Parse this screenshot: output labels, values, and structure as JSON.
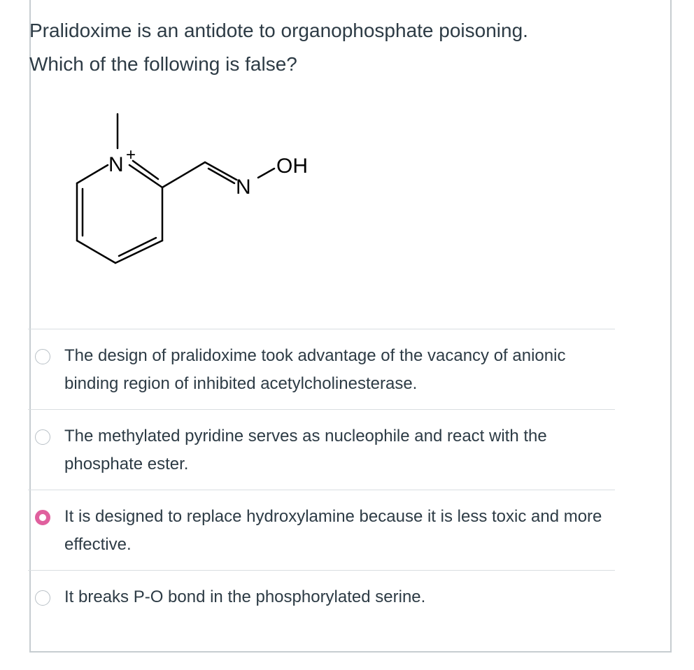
{
  "question": {
    "line1": "Pralidoxime is an antidote to organophosphate poisoning.",
    "line2": "Which of the following is false?"
  },
  "structure": {
    "atom_n_plus": "N",
    "charge": "+",
    "atom_n": "N",
    "atom_oh": "OH"
  },
  "answers": [
    {
      "text": "The design of pralidoxime took advantage of the vacancy of anionic binding region of inhibited acetylcholinesterase.",
      "selected": false
    },
    {
      "text": "The methylated pyridine serves as nucleophile and react with the phosphate ester.",
      "selected": false
    },
    {
      "text": "It is designed to replace hydroxylamine because it is less toxic and more effective.",
      "selected": true
    },
    {
      "text": "It breaks P-O bond in the phosphorylated serine.",
      "selected": false
    }
  ],
  "colors": {
    "selected_radio": "#e0609e",
    "text": "#2d3b45",
    "border": "#c7cdd1"
  }
}
